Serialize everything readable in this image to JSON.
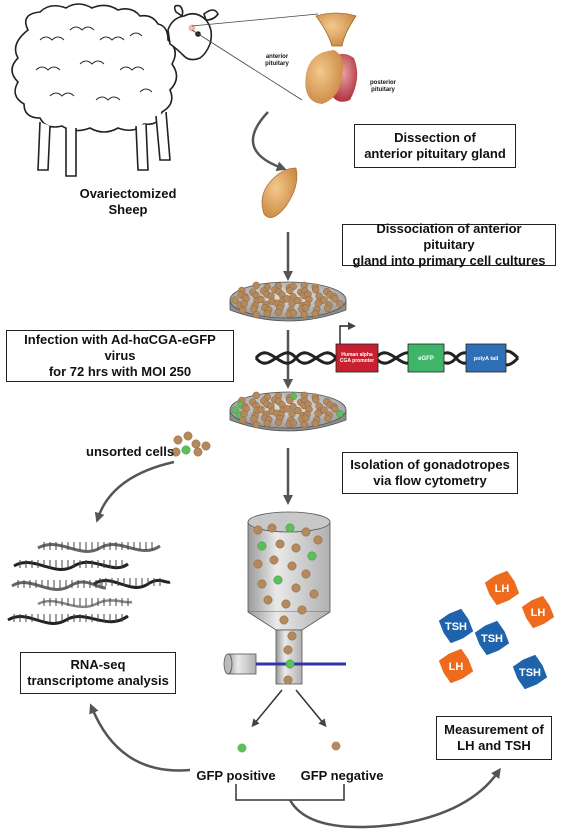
{
  "sheep": {
    "label_line1": "Ovariectomized",
    "label_line2": "Sheep"
  },
  "pituitary": {
    "anterior_line1": "anterior",
    "anterior_line2": "pituitary",
    "posterior_line1": "posterior",
    "posterior_line2": "pituitary"
  },
  "steps": {
    "dissection": {
      "line1": "Dissection of",
      "line2": "anterior pituitary gland"
    },
    "dissociation": {
      "line1": "Dissociation of anterior pituitary",
      "line2": "gland into primary cell cultures"
    },
    "infection": {
      "line1": "Infection with Ad-hαCGA-eGFP virus",
      "line2": "for 72 hrs with  MOI 250"
    },
    "isolation": {
      "line1": "Isolation of gonadotropes",
      "line2": "via flow cytometry"
    },
    "rnaseq": {
      "line1": "RNA-seq",
      "line2": "transcriptome analysis"
    },
    "measurement": {
      "line1": "Measurement of",
      "line2": "LH and TSH"
    }
  },
  "construct": {
    "promoter_line1": "Human alpha",
    "promoter_line2": "CGA promoter",
    "egfp": "eGFP",
    "polya": "polyA tail"
  },
  "cells": {
    "unsorted": "unsorted cells",
    "gfp_positive": "GFP positive",
    "gfp_negative": "GFP negative"
  },
  "hormones": {
    "lh": "LH",
    "tsh": "TSH"
  },
  "colors": {
    "cell_brown": "#b5895e",
    "cell_green": "#5cbf5c",
    "promoter_red": "#c8202f",
    "egfp_green": "#3fb56a",
    "polya_blue": "#2f6fb5",
    "lh_orange": "#ee6a1c",
    "tsh_blue": "#1f63ad",
    "laser_blue": "#3333aa"
  }
}
